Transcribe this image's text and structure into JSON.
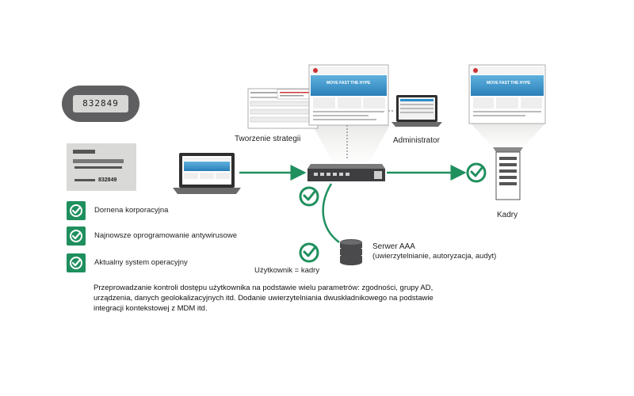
{
  "token": {
    "display": "832849"
  },
  "card": {
    "number": "832849"
  },
  "checklist": [
    {
      "label": "Dornena korporacyjna"
    },
    {
      "label": "Najnowsze oprogramowanie antywirusowe"
    },
    {
      "label": "Aktualny system operacyjny"
    }
  ],
  "labels": {
    "policy": "Tworzenie strategii",
    "admin": "Administrator",
    "hr": "Kadry",
    "user_rule": "Użytkownik = kadry",
    "aaa_title": "Serwer AAA",
    "aaa_sub": "(uwierzytelnianie, autoryzacja, audyt)"
  },
  "caption": {
    "line1": "Przeprowadzanie kontroli dostępu użytkownika na podstawie wielu parametrów: zgodności, grupy AD,",
    "line2": "urządzenia, danych geolokalizacyjnych itd. Dodanie uwierzytelniania dwuskładnikowego na podstawie",
    "line3": "integracji kontekstowej z MDM itd."
  },
  "screen_banner": "MOVE FAST THE HYPE",
  "colors": {
    "accent_green": "#1f8f5e",
    "device_gray": "#5f5f61",
    "card_gray": "#d9d9d7",
    "screen_blue": "#2b8ec9"
  }
}
